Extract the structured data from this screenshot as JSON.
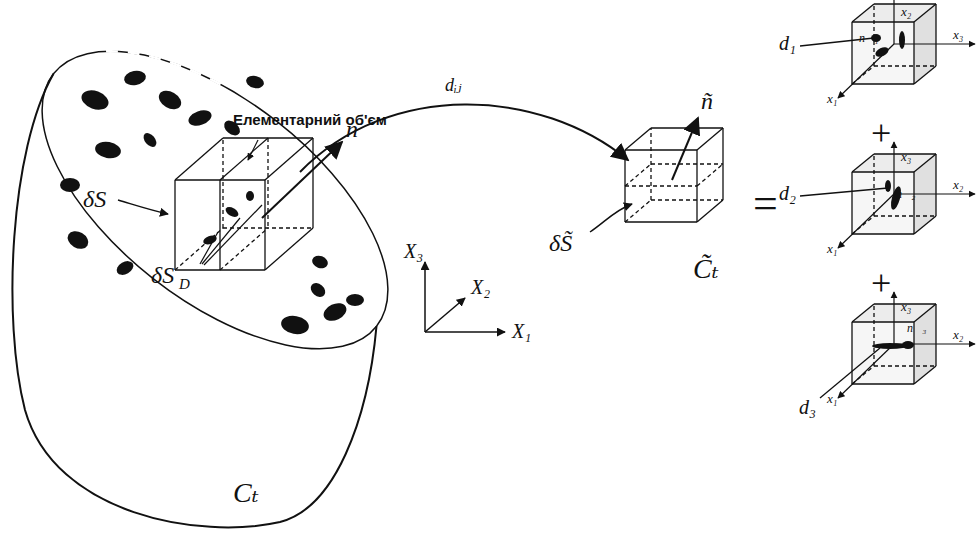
{
  "diagram": {
    "labels": [
      "Елементарний об'єм",
      "n⃗",
      "δS",
      "δS",
      "D",
      "Cₜ",
      "dᵢⱼ",
      "X₃",
      "X₂",
      "X₁",
      "ñ⃗",
      "δS̃",
      "C̃ₜ",
      "=",
      "d₁",
      "x₂",
      "x₃",
      "x₁",
      "n⃗₁",
      "+",
      "d₂",
      "x₃",
      "x₂",
      "x₁",
      "n⃗₂",
      "+",
      "x₃",
      "n⃗₃",
      "x₂",
      "x₁",
      "d₃"
    ]
  }
}
